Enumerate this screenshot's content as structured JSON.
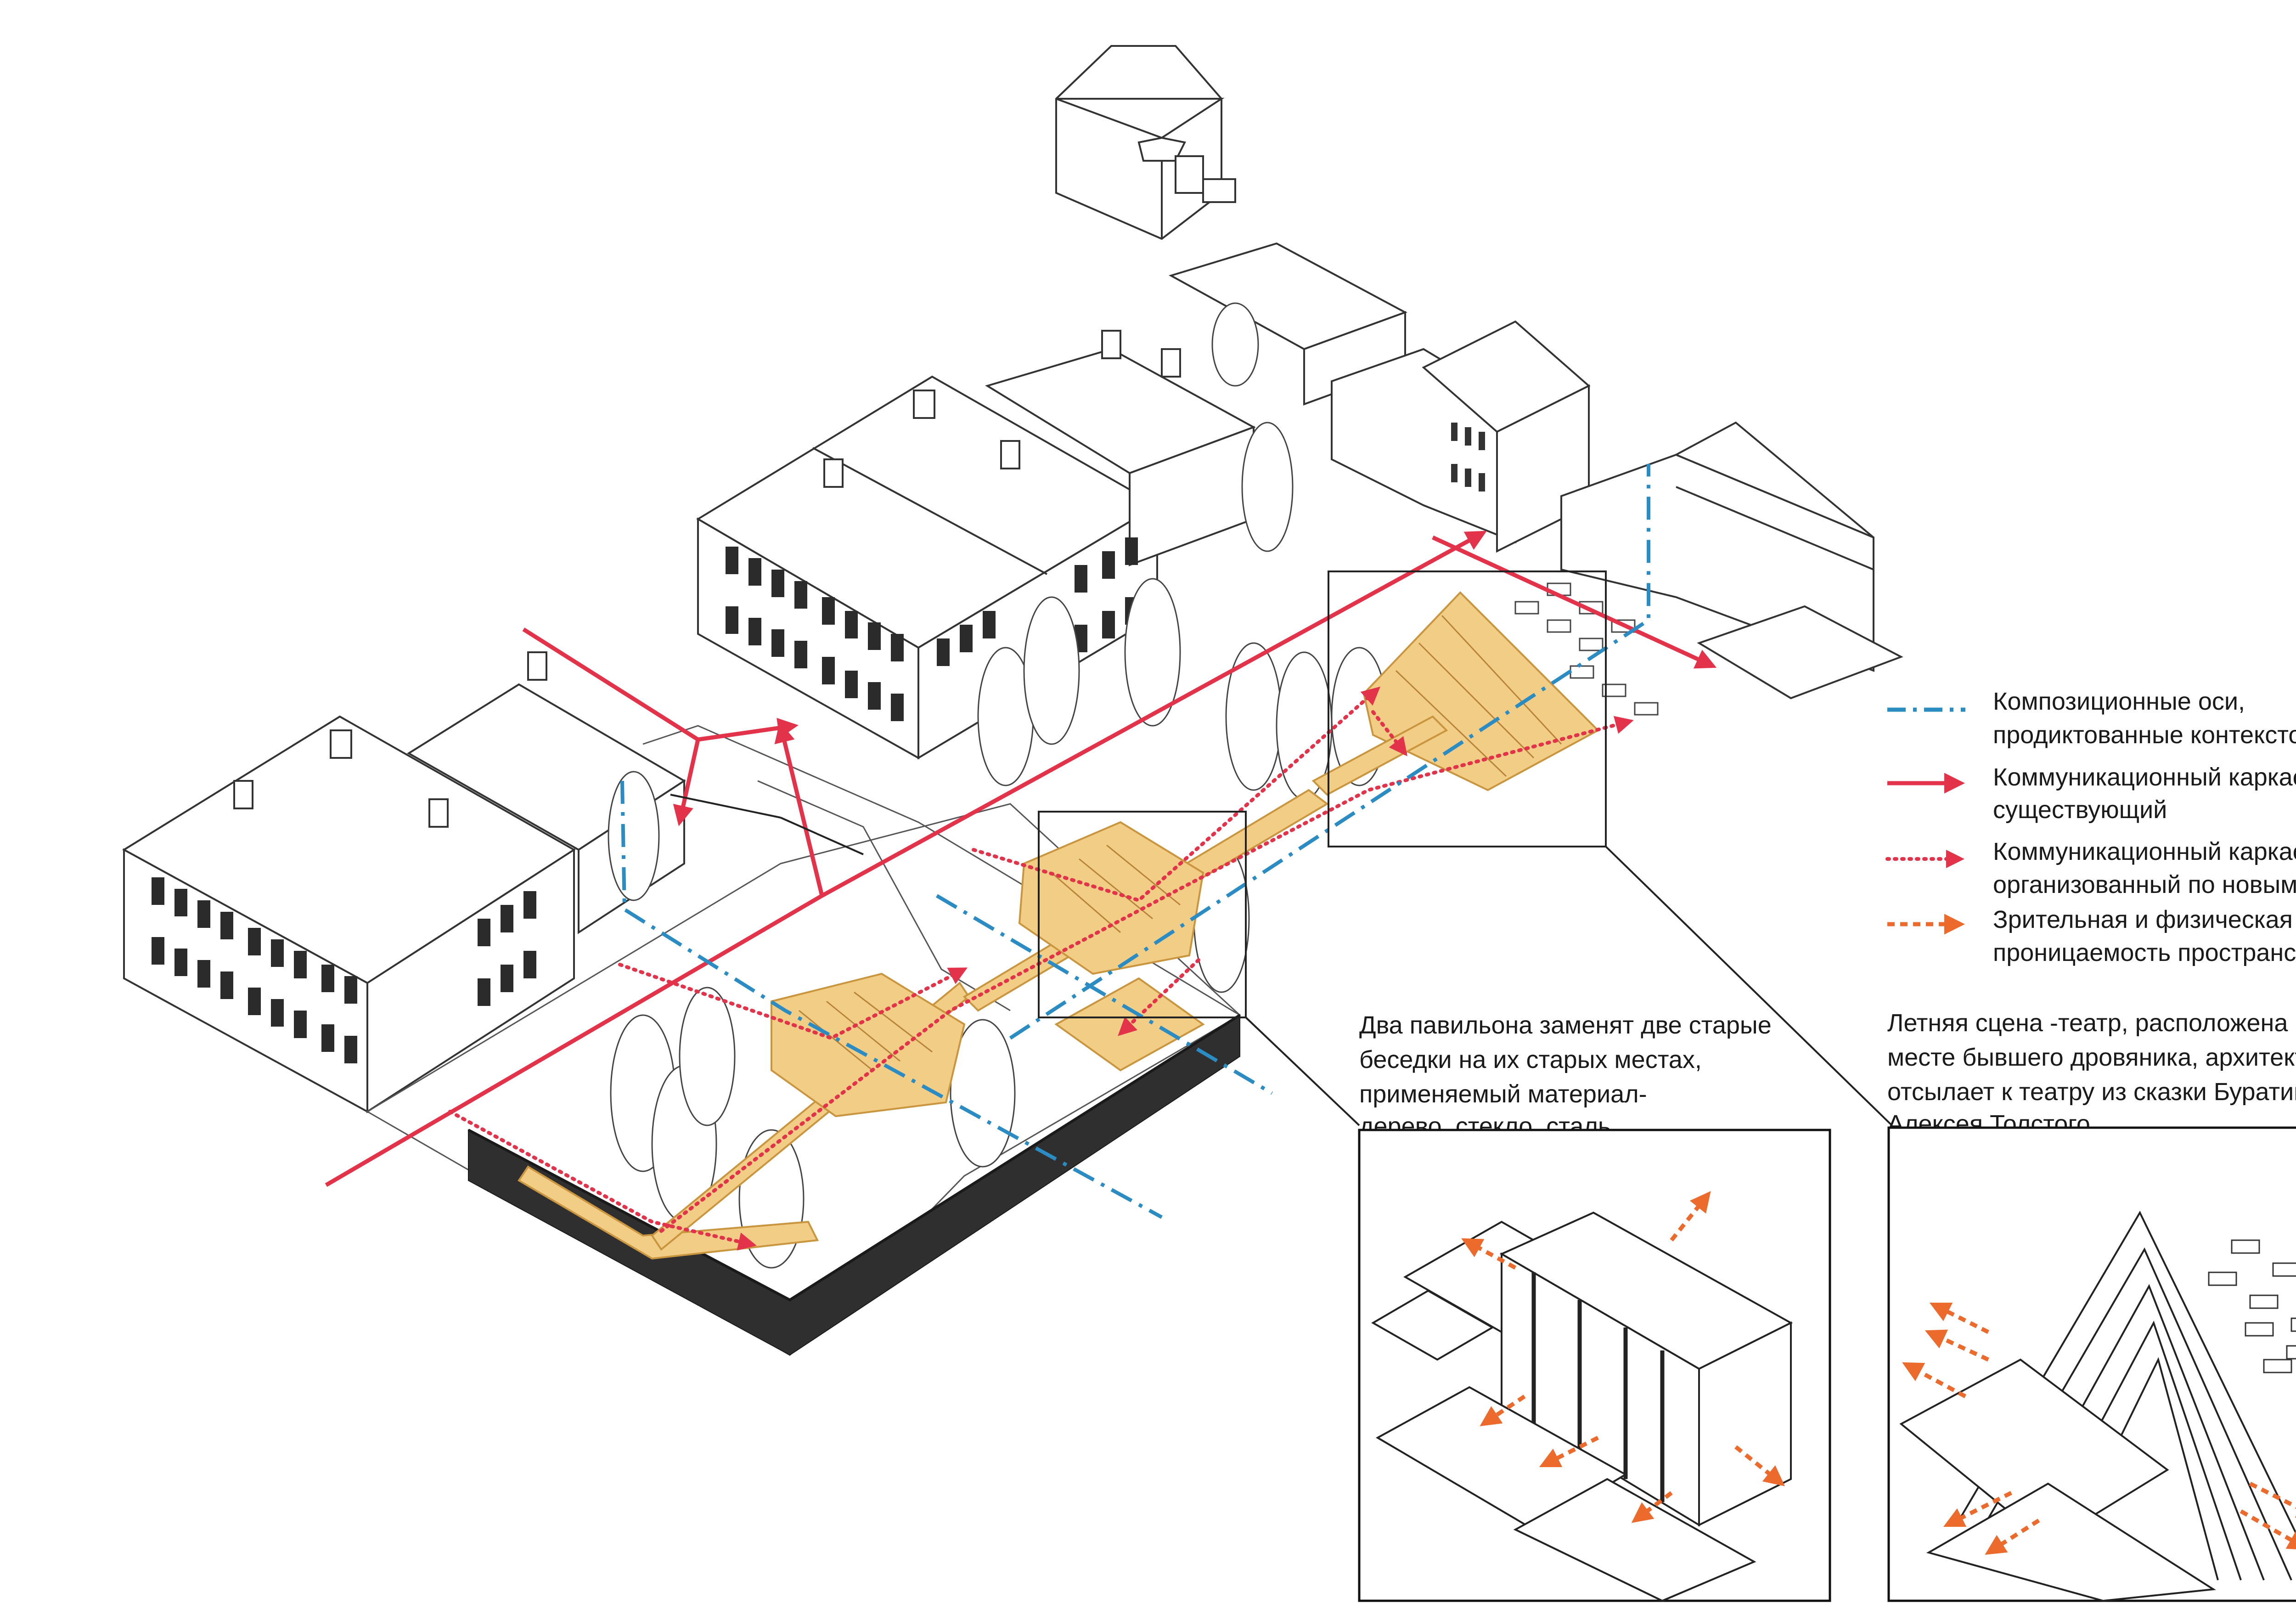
{
  "legend": {
    "items": [
      {
        "id": "composition-axes",
        "lines": [
          "Композиционные оси,",
          "продиктованные контекстом"
        ],
        "style": "dash-dot",
        "color": "#2b8cc4"
      },
      {
        "id": "existing-frame",
        "lines": [
          "Коммуникационный каркас",
          "существующий"
        ],
        "style": "solid-arrow",
        "color": "#e2334a"
      },
      {
        "id": "new-frame",
        "lines": [
          "Коммуникационный каркас,",
          "организованный по новым путям"
        ],
        "style": "dotted-arrow",
        "color": "#e2334a"
      },
      {
        "id": "permeability",
        "lines": [
          "Зрительная и физическая",
          "проницаемость пространства"
        ],
        "style": "dashed-arrow",
        "color": "#ec6a2c"
      }
    ]
  },
  "captions": {
    "pavilions": [
      "Два павильона заменят две старые",
      "беседки на их старых местах,",
      "применяемый материал-",
      "дерево, стекло, сталь"
    ],
    "theatre": [
      "Летняя сцена -театр, расположена на",
      "месте бывшего дровяника, архитектура",
      "отсылает к театру из сказки Буратино,",
      "Алексея Толстого"
    ]
  },
  "colors": {
    "wood": "#f2cd86",
    "wood_stroke": "#c9953f",
    "line": "#333333",
    "red": "#e2334a",
    "blue": "#2b8cc4",
    "orange": "#ec6a2c"
  }
}
